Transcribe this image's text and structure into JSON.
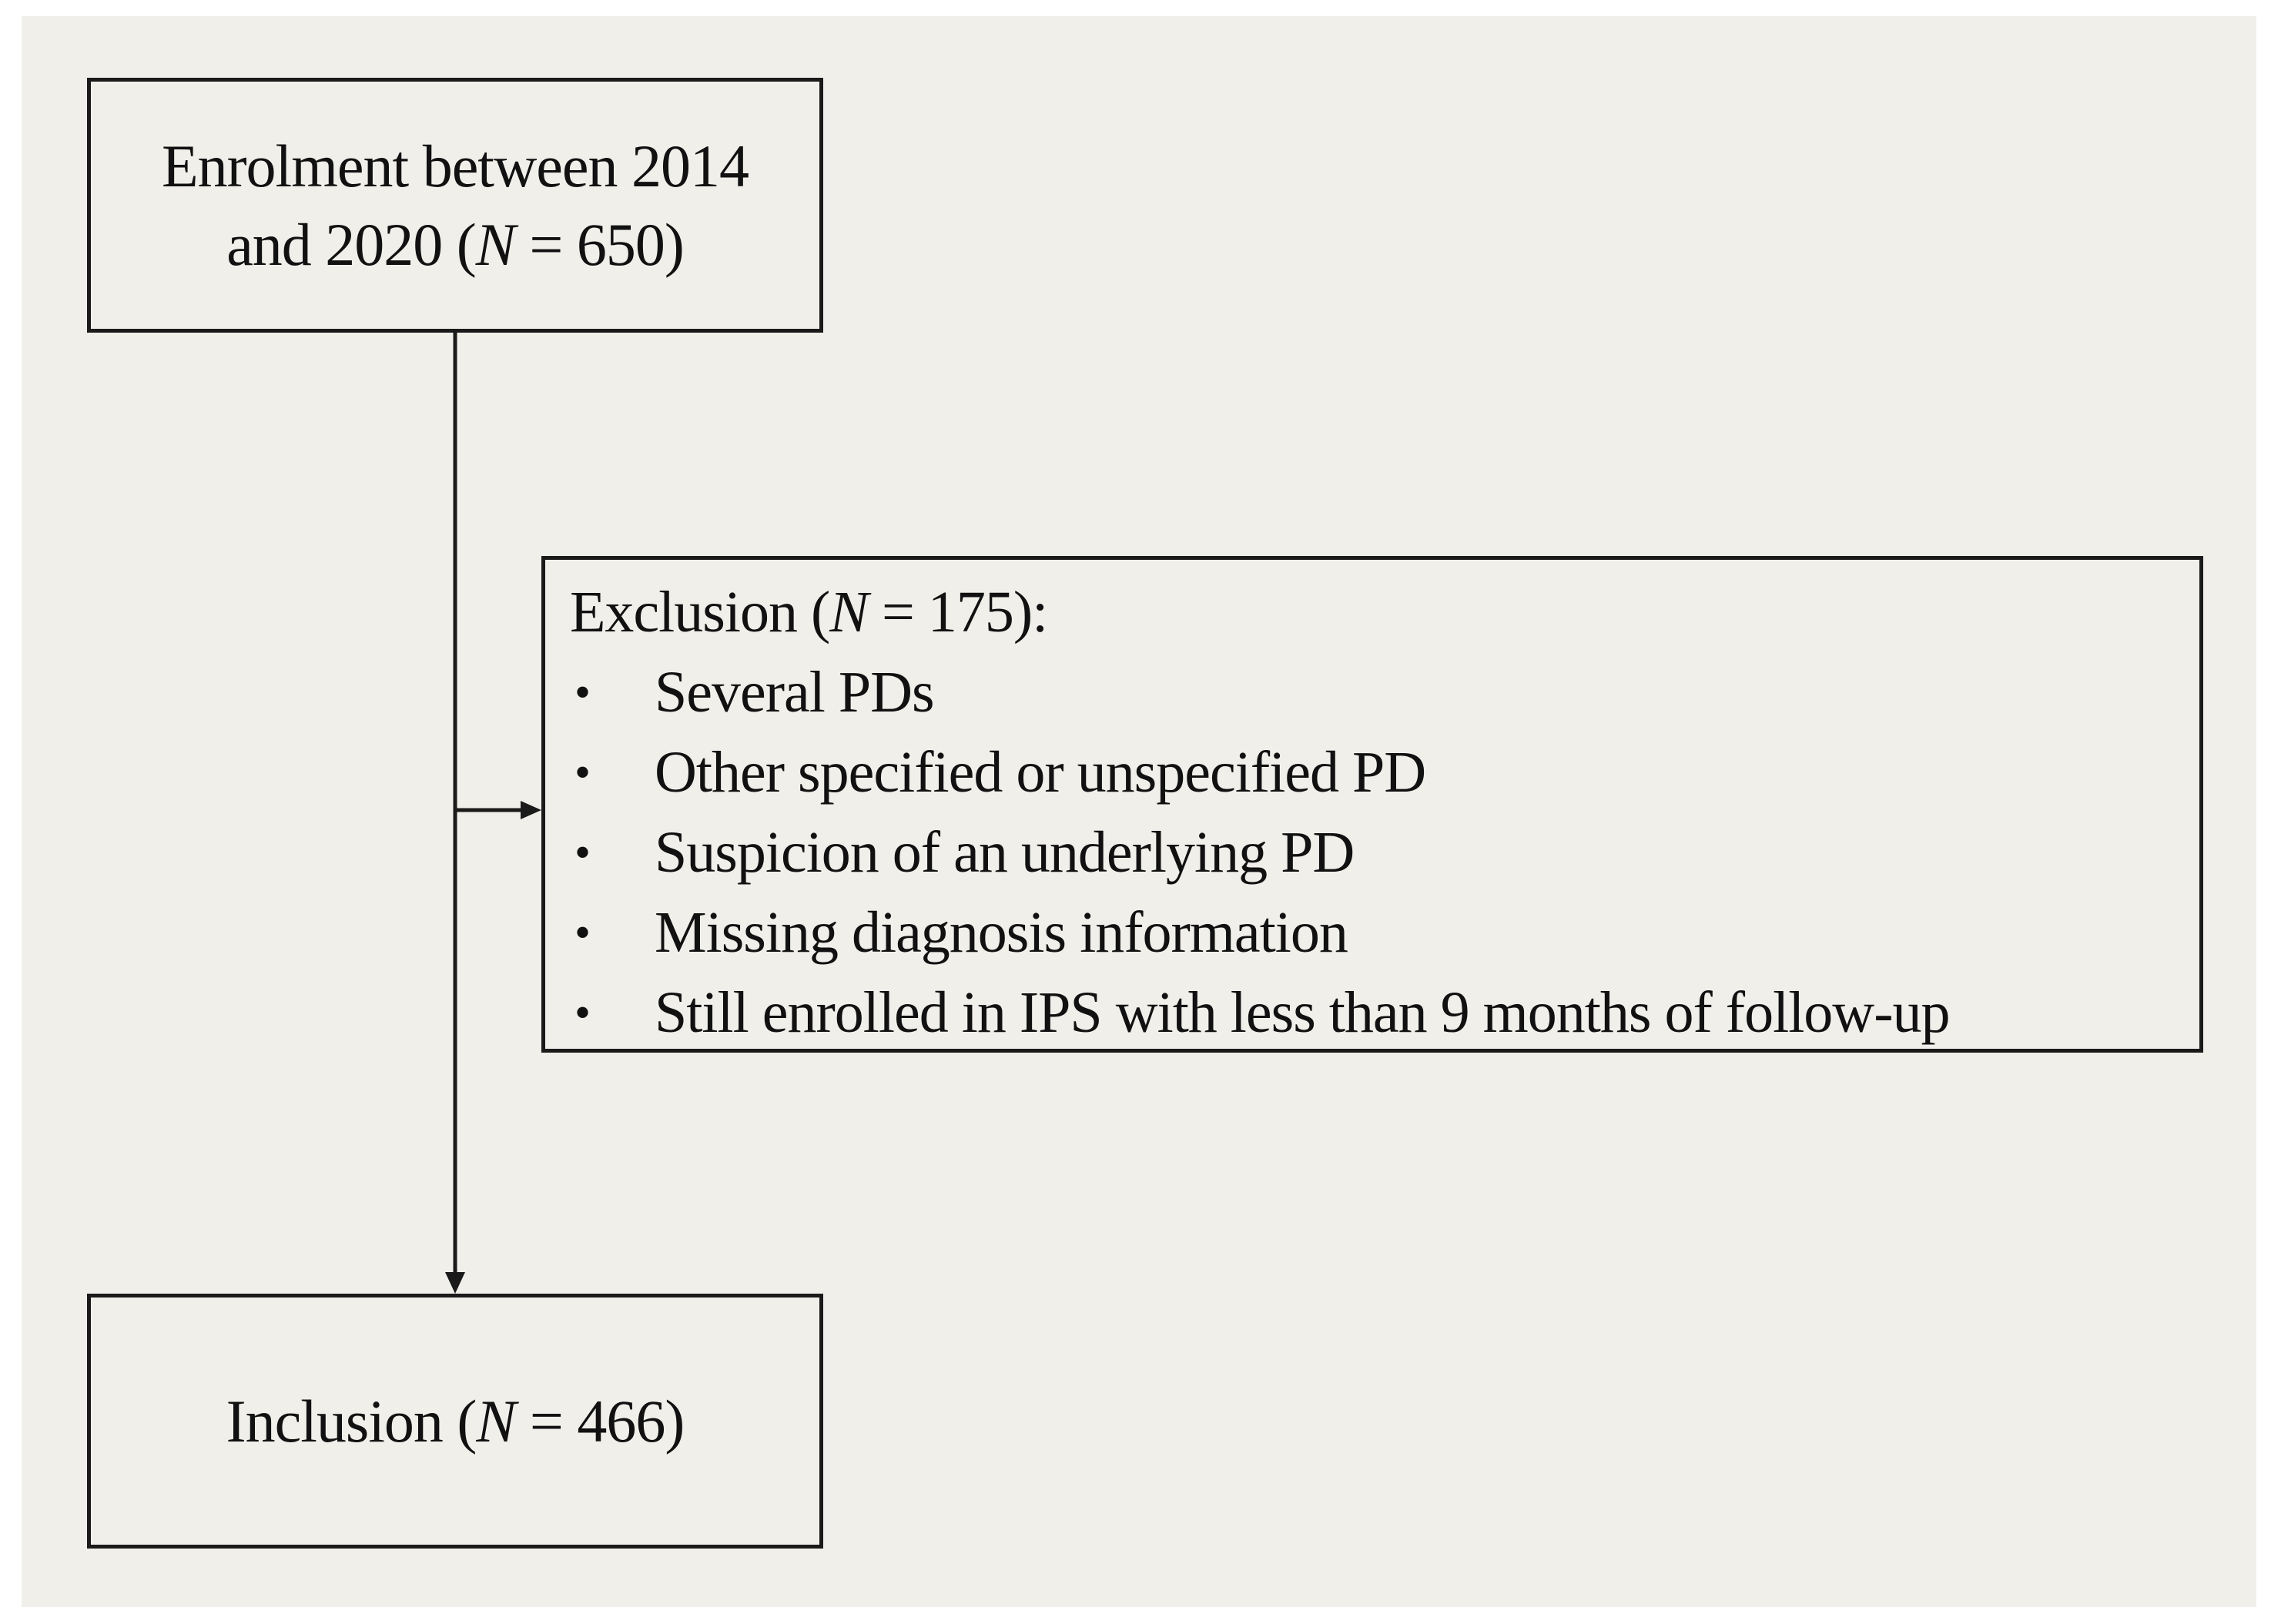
{
  "enrolment": {
    "line1": "Enrolment between 2014",
    "line2_prefix": "and 2020 (",
    "n_symbol": "N",
    "line2_suffix": " = 650)"
  },
  "exclusion": {
    "title_prefix": "Exclusion (",
    "n_symbol": "N",
    "title_suffix": " = 175):",
    "items": [
      "Several PDs",
      "Other specified or unspecified PD",
      "Suspicion of an underlying PD",
      "Missing diagnosis information",
      "Still enrolled in IPS with less than 9 months of follow-up"
    ]
  },
  "inclusion": {
    "prefix": "Inclusion (",
    "n_symbol": "N",
    "suffix": " = 466)"
  }
}
